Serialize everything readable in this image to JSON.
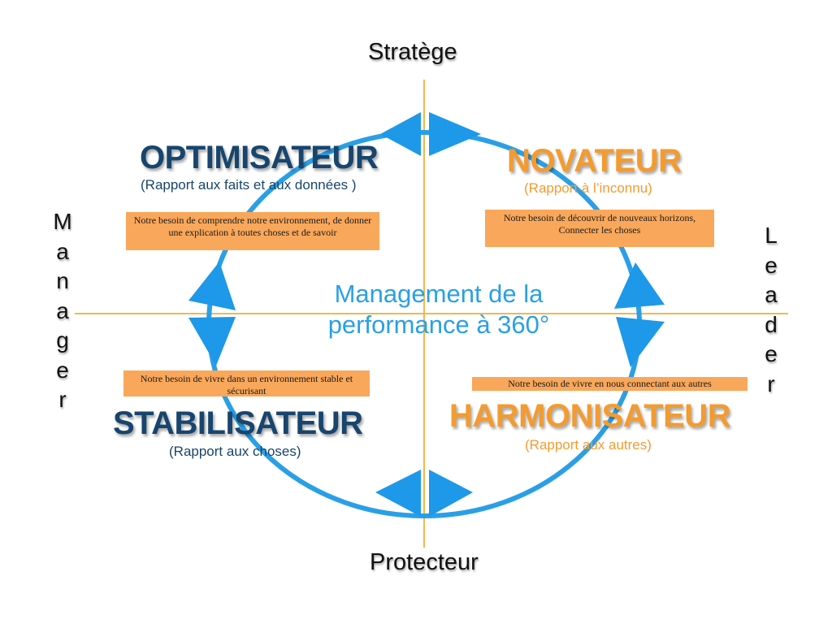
{
  "axes": {
    "top": "Stratège",
    "bottom": "Protecteur",
    "left": [
      "M",
      "a",
      "n",
      "a",
      "g",
      "e",
      "r"
    ],
    "right": [
      "L",
      "e",
      "a",
      "d",
      "e",
      "r"
    ]
  },
  "center": {
    "line1": "Management de la",
    "line2": "performance à 360°"
  },
  "quadrants": {
    "optimisateur": {
      "title": "OPTIMISATEUR",
      "subtitle": "(Rapport aux faits et aux données )",
      "need": "Notre besoin de comprendre notre environnement, de donner une explication à toutes choses et de savoir"
    },
    "novateur": {
      "title": "NOVATEUR",
      "subtitle": "(Rapport à l’inconnu)",
      "need_line1": "Notre besoin de découvrir de nouveaux horizons,",
      "need_line2": "Connecter les choses"
    },
    "stabilisateur": {
      "title": "STABILISATEUR",
      "subtitle": "(Rapport aux choses)",
      "need": "Notre besoin de vivre dans un environnement stable et sécurisant"
    },
    "harmonisateur": {
      "title": "HARMONISATEUR",
      "subtitle": "(Rapport aux autres)",
      "need": "Notre besoin de vivre en nous connectant aux autres"
    }
  },
  "colors": {
    "blue_dark": "#17456d",
    "orange": "#f39b2f",
    "box_orange": "#f9a75a",
    "circle_blue": "#2a9fe6",
    "axis_line": "#f2b64c"
  }
}
